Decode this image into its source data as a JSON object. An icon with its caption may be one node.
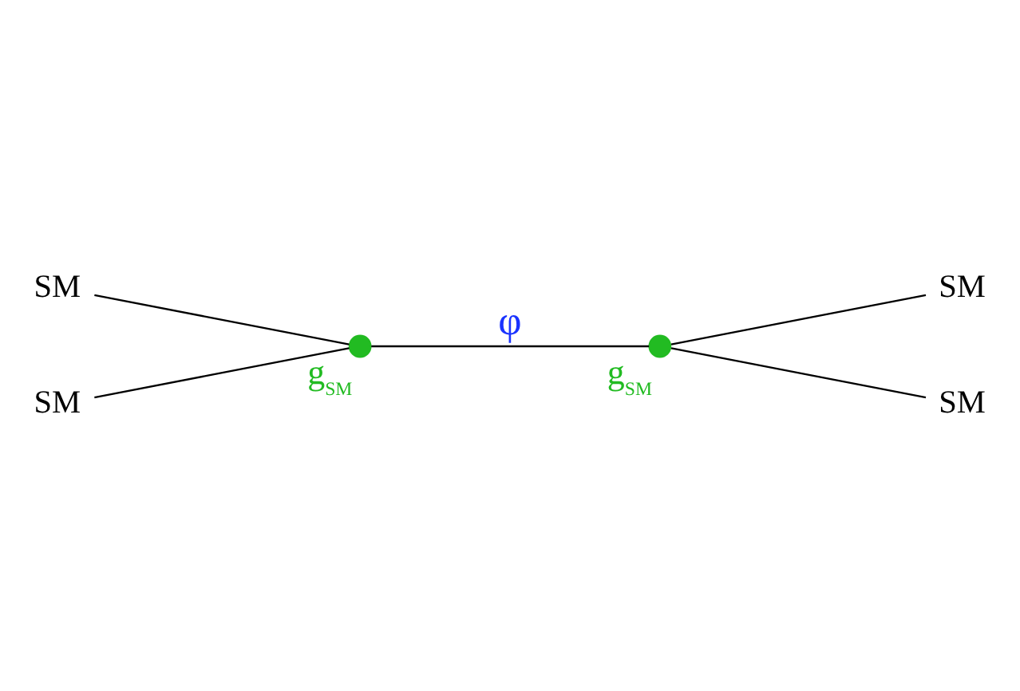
{
  "diagram": {
    "nodes": [
      {
        "text": [
          "SM"
        ]
      },
      {
        "text": [
          "SM"
        ]
      },
      {
        "text": [],
        "shape": "circle",
        "beside": [
          "g$_{SM}$"
        ]
      },
      {
        "text": [],
        "shape": "circle",
        "beside": [
          "g$_{SM}$"
        ]
      },
      {
        "text": [
          "SM"
        ]
      },
      {
        "text": [
          "SM"
        ]
      }
    ],
    "edges": [
      {
        "from": 0,
        "to": 2,
        "arrow": "none"
      },
      {
        "from": 4,
        "to": 2,
        "arrow": "none"
      },
      {
        "from": 2,
        "to": 3,
        "arrow": "none",
        "label": "φ"
      },
      {
        "from": 3,
        "to": 1,
        "arrow": "none"
      },
      {
        "from": 3,
        "to": 5,
        "arrow": "none"
      }
    ]
  }
}
